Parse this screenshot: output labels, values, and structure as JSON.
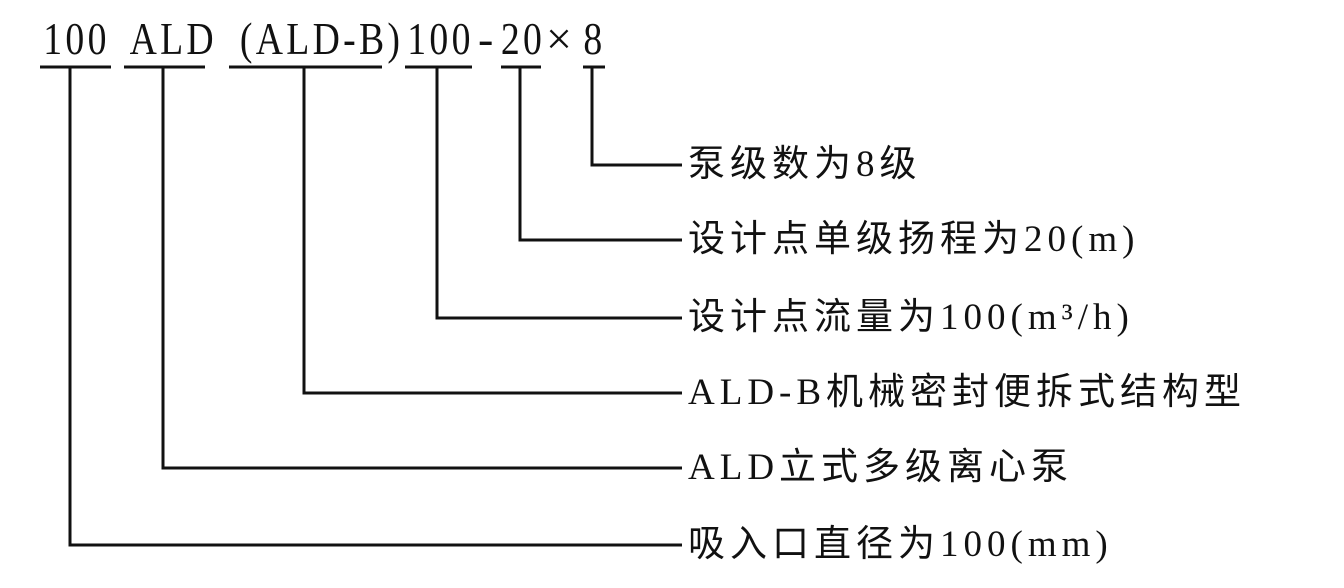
{
  "model_code": {
    "segments": [
      "100",
      "ALD",
      "(ALD-B)",
      "100",
      "20",
      "8"
    ],
    "separators": [
      "-",
      "×"
    ]
  },
  "labels": [
    "泵级数为8级",
    "设计点单级扬程为20(m)",
    "设计点流量为100(m³/h)",
    "ALD-B机械密封便拆式结构型",
    "ALD立式多级离心泵",
    "吸入口直径为100(mm)"
  ]
}
